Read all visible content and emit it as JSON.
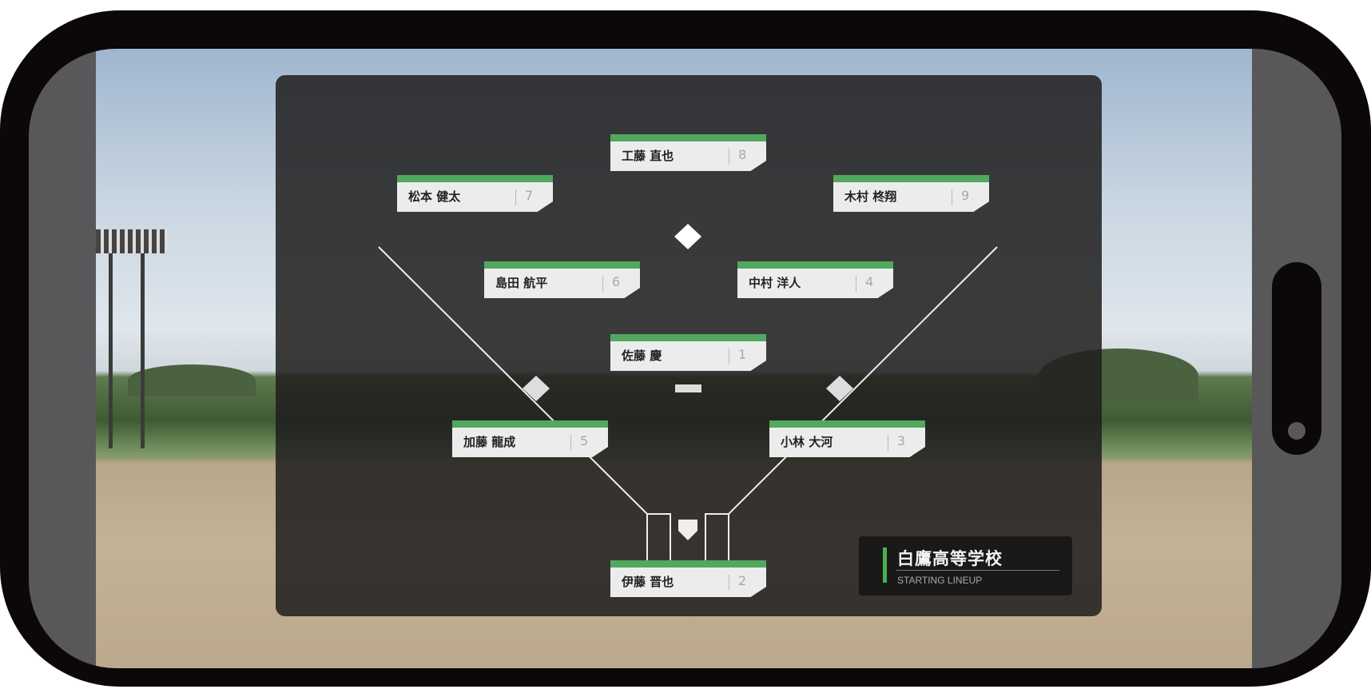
{
  "school": {
    "name": "白鷹高等学校",
    "subtitle": "STARTING LINEUP",
    "accent_color": "#4caf50"
  },
  "lineup": [
    {
      "position": "8",
      "name": "工藤 直也"
    },
    {
      "position": "7",
      "name": "松本 健太"
    },
    {
      "position": "9",
      "name": "木村 柊翔"
    },
    {
      "position": "6",
      "name": "島田 航平"
    },
    {
      "position": "4",
      "name": "中村 洋人"
    },
    {
      "position": "1",
      "name": "佐藤 慶"
    },
    {
      "position": "5",
      "name": "加藤 龍成"
    },
    {
      "position": "3",
      "name": "小林 大河"
    },
    {
      "position": "2",
      "name": "伊藤 晋也"
    }
  ],
  "colors": {
    "card_bar": "#52a85e",
    "panel": "#201e1e"
  }
}
